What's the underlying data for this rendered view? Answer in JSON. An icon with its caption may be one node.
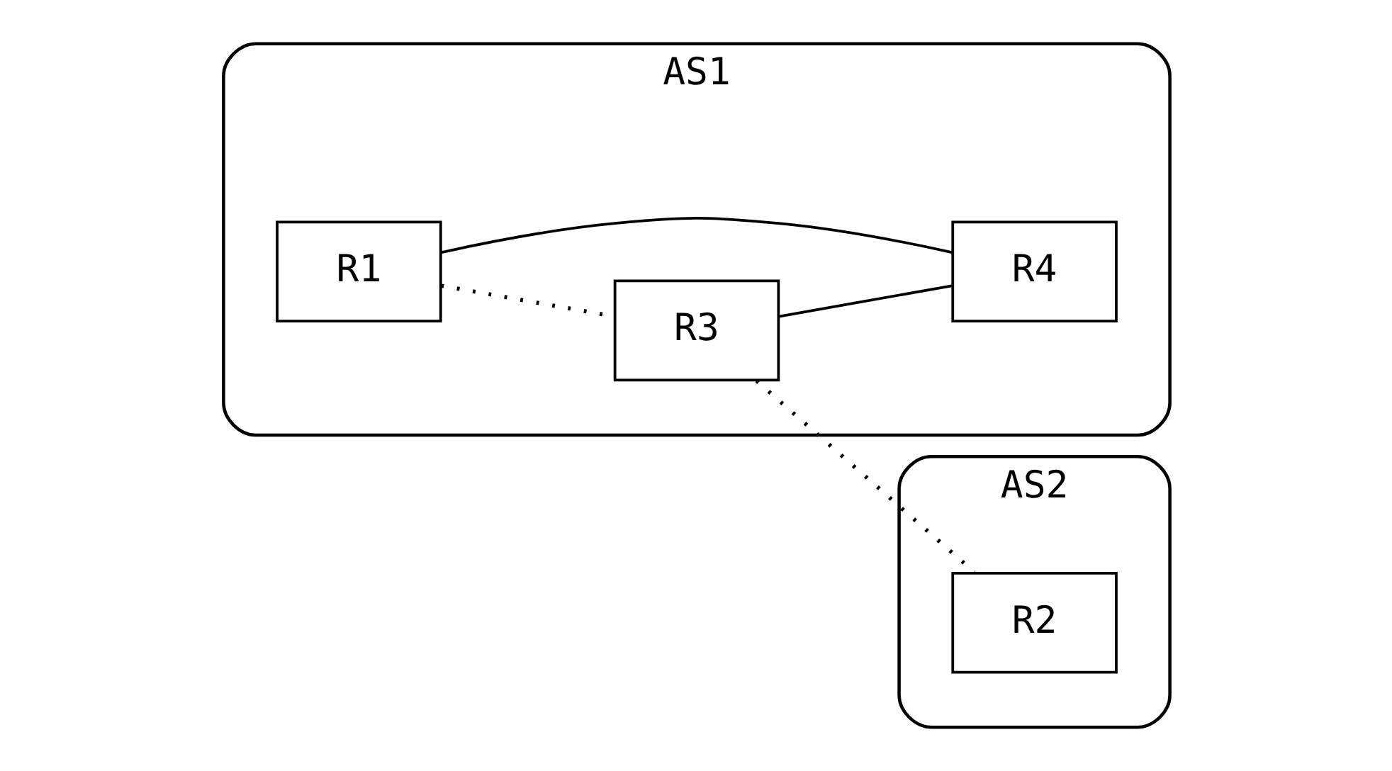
{
  "diagram": {
    "nodes": [
      {
        "text": [
          "AS1"
        ]
      },
      {
        "text": [
          "R1"
        ],
        "in": 0
      },
      {
        "text": [
          "R3"
        ],
        "in": 0
      },
      {
        "text": [
          "R4"
        ],
        "in": 0
      },
      {
        "text": [
          "AS2"
        ]
      },
      {
        "text": [
          "R2"
        ],
        "in": 4
      }
    ],
    "edges": [
      {
        "from": 1,
        "to": 2,
        "arrow": "none",
        "style": "dashed"
      },
      {
        "from": 2,
        "to": 5,
        "arrow": "none",
        "style": "dashed"
      },
      {
        "from": 1,
        "to": 3,
        "arrow": "none"
      },
      {
        "from": 2,
        "to": 3,
        "arrow": "none"
      }
    ]
  }
}
